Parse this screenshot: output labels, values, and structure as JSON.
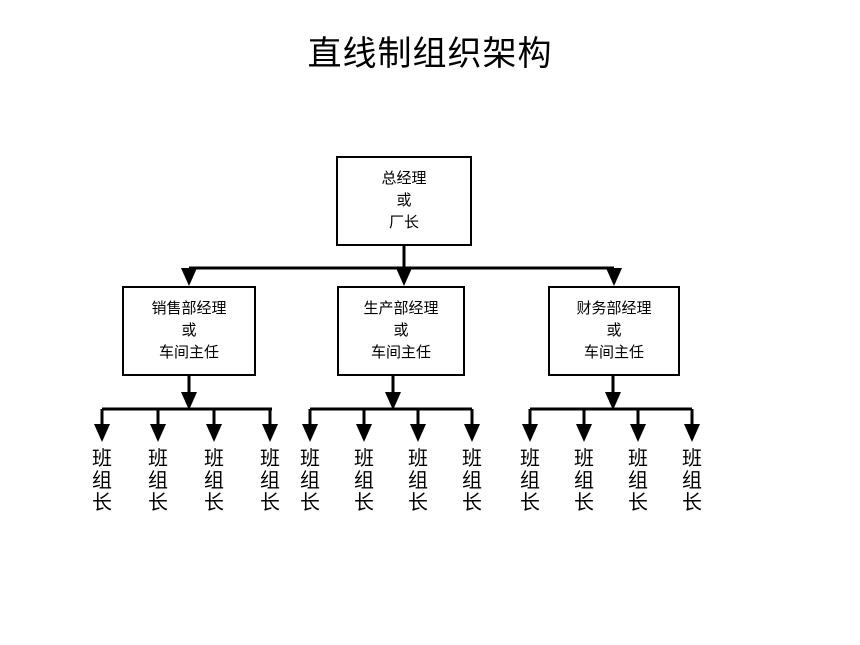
{
  "title": "直线制组织架构",
  "diagram": {
    "type": "org-chart",
    "orientation": "top-down",
    "root": {
      "id": "root",
      "lines": [
        "总经理",
        "或",
        "厂长"
      ]
    },
    "departments": [
      {
        "id": "dept-0",
        "lines": [
          "销售部经理",
          "或",
          "车间主任"
        ],
        "leaf_count": 4
      },
      {
        "id": "dept-1",
        "lines": [
          "生产部经理",
          "或",
          "车间主任"
        ],
        "leaf_count": 4
      },
      {
        "id": "dept-2",
        "lines": [
          "财务部经理",
          "或",
          "车间主任"
        ],
        "leaf_count": 4
      }
    ],
    "leaf_label_chars": [
      "班",
      "组",
      "长"
    ],
    "leaf_label_text": "班组长",
    "total_leaves": 12,
    "colors": {
      "background": "#FFFFFF",
      "stroke": "#000000",
      "box_fill": "#FFFFFF",
      "text": "#000000"
    }
  },
  "leaves": [
    {
      "id": "leaf-0",
      "group": 0,
      "chars": [
        "班",
        "组",
        "长"
      ]
    },
    {
      "id": "leaf-1",
      "group": 0,
      "chars": [
        "班",
        "组",
        "长"
      ]
    },
    {
      "id": "leaf-2",
      "group": 0,
      "chars": [
        "班",
        "组",
        "长"
      ]
    },
    {
      "id": "leaf-3",
      "group": 0,
      "chars": [
        "班",
        "组",
        "长"
      ]
    },
    {
      "id": "leaf-4",
      "group": 1,
      "chars": [
        "班",
        "组",
        "长"
      ]
    },
    {
      "id": "leaf-5",
      "group": 1,
      "chars": [
        "班",
        "组",
        "长"
      ]
    },
    {
      "id": "leaf-6",
      "group": 1,
      "chars": [
        "班",
        "组",
        "长"
      ]
    },
    {
      "id": "leaf-7",
      "group": 1,
      "chars": [
        "班",
        "组",
        "长"
      ]
    },
    {
      "id": "leaf-8",
      "group": 2,
      "chars": [
        "班",
        "组",
        "长"
      ]
    },
    {
      "id": "leaf-9",
      "group": 2,
      "chars": [
        "班",
        "组",
        "长"
      ]
    },
    {
      "id": "leaf-10",
      "group": 2,
      "chars": [
        "班",
        "组",
        "长"
      ]
    },
    {
      "id": "leaf-11",
      "group": 2,
      "chars": [
        "班",
        "组",
        "长"
      ]
    }
  ]
}
